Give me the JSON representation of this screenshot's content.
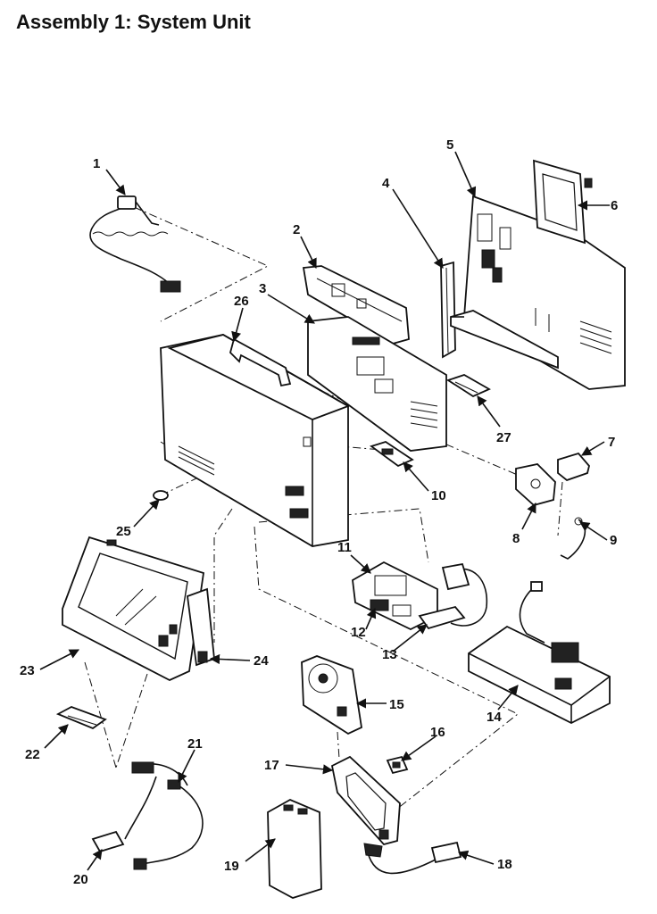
{
  "page": {
    "title": "Assembly 1:  System Unit"
  },
  "callouts": [
    "1",
    "2",
    "3",
    "4",
    "5",
    "6",
    "7",
    "8",
    "9",
    "10",
    "11",
    "12",
    "13",
    "14",
    "15",
    "16",
    "17",
    "18",
    "19",
    "20",
    "21",
    "22",
    "23",
    "24",
    "25",
    "26",
    "27"
  ],
  "colors": {
    "ink": "#111111",
    "paper": "#ffffff"
  }
}
